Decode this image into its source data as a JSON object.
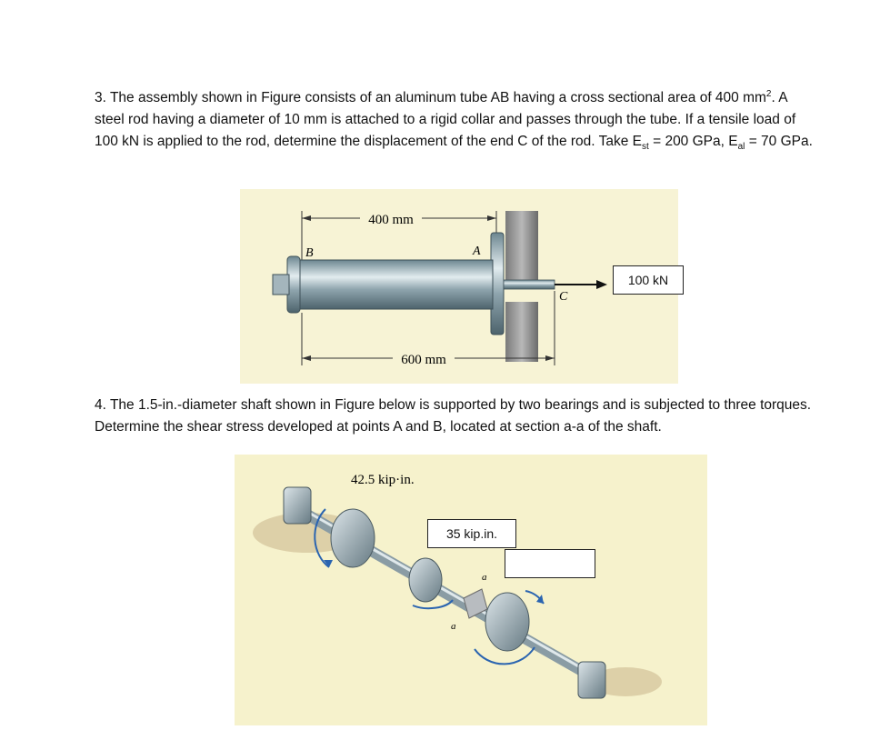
{
  "problem3": {
    "text_a": "3. The assembly shown in Figure consists of an aluminum tube AB having a cross sectional area of 400 mm",
    "sup": "2",
    "text_b": ". A steel rod having a diameter of 10 mm is attached to a rigid collar and passes through the tube. If a tensile load of 100 kN is applied to the rod, determine the displacement of the end C of the rod. Take E",
    "sub_st": "st",
    "text_c": " = 200 GPa, E",
    "sub_al": "al",
    "text_d": " = 70 GPa."
  },
  "figure1": {
    "dim_top": "400 mm",
    "dim_bottom": "600 mm",
    "label_b": "B",
    "label_a": "A",
    "label_c": "C",
    "load": "100 kN"
  },
  "problem4": {
    "text": "4. The 1.5-in.-diameter shaft shown in Figure below is supported by two bearings and is subjected to three torques. Determine the shear stress developed at points A and B, located at section a-a of the shaft."
  },
  "figure2": {
    "torque_1": "42.5 kip·in.",
    "torque_2": "35 kip.in.",
    "torque_3": "",
    "label_a_upper": "a",
    "label_a_lower": "a"
  },
  "colors": {
    "figure_bg": "#f7f3d5",
    "steel": "#9fb3bd",
    "arrow_blue": "#2a64b0"
  }
}
